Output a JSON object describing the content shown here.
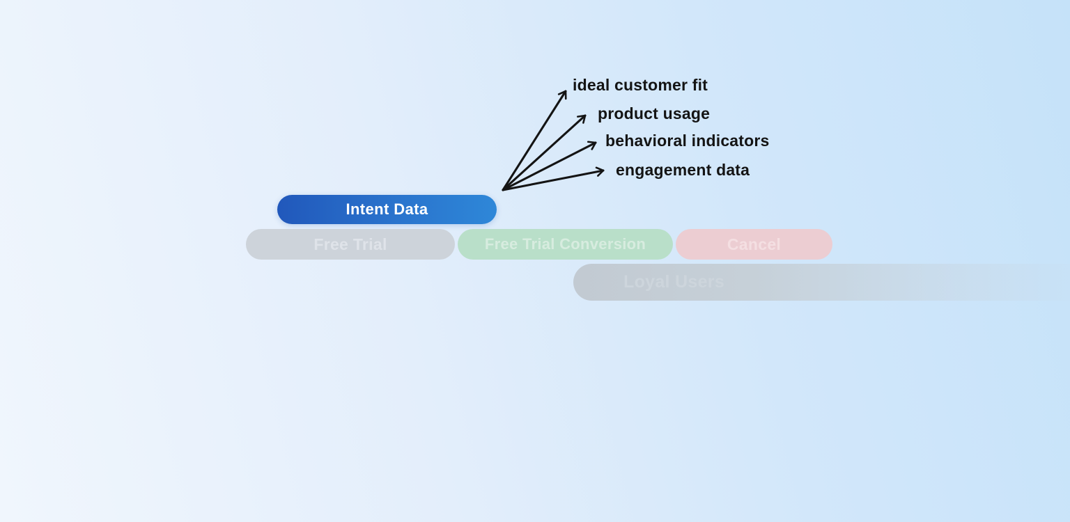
{
  "scene": {
    "background_bottom_left": "#f0f6fd",
    "background_top_right": "#c5e2f9"
  },
  "main_pill": {
    "label": "Intent Data",
    "text_color": "#ffffff",
    "gradient_left": "#2158bb",
    "gradient_right": "#2e87d8"
  },
  "annotations": {
    "arrow_color": "#141414",
    "text_color": "#141414",
    "items": [
      {
        "label": "ideal customer fit"
      },
      {
        "label": "product usage"
      },
      {
        "label": "behavioral indicators"
      },
      {
        "label": "engagement data"
      }
    ]
  },
  "faded_pills": [
    {
      "label": "Free Trial",
      "bg": "#cdd3da",
      "text_color": "#dfe3e9"
    },
    {
      "label": "Free Trial Conversion",
      "bg": "#b9dfc9",
      "text_color": "#d7ecdf"
    },
    {
      "label": "Cancel",
      "bg": "#eccdd2",
      "text_color": "#f4dfe2"
    },
    {
      "label": "Loyal Users",
      "bg_left": "#c2cad2",
      "text_color": "#cdd5dc"
    }
  ]
}
